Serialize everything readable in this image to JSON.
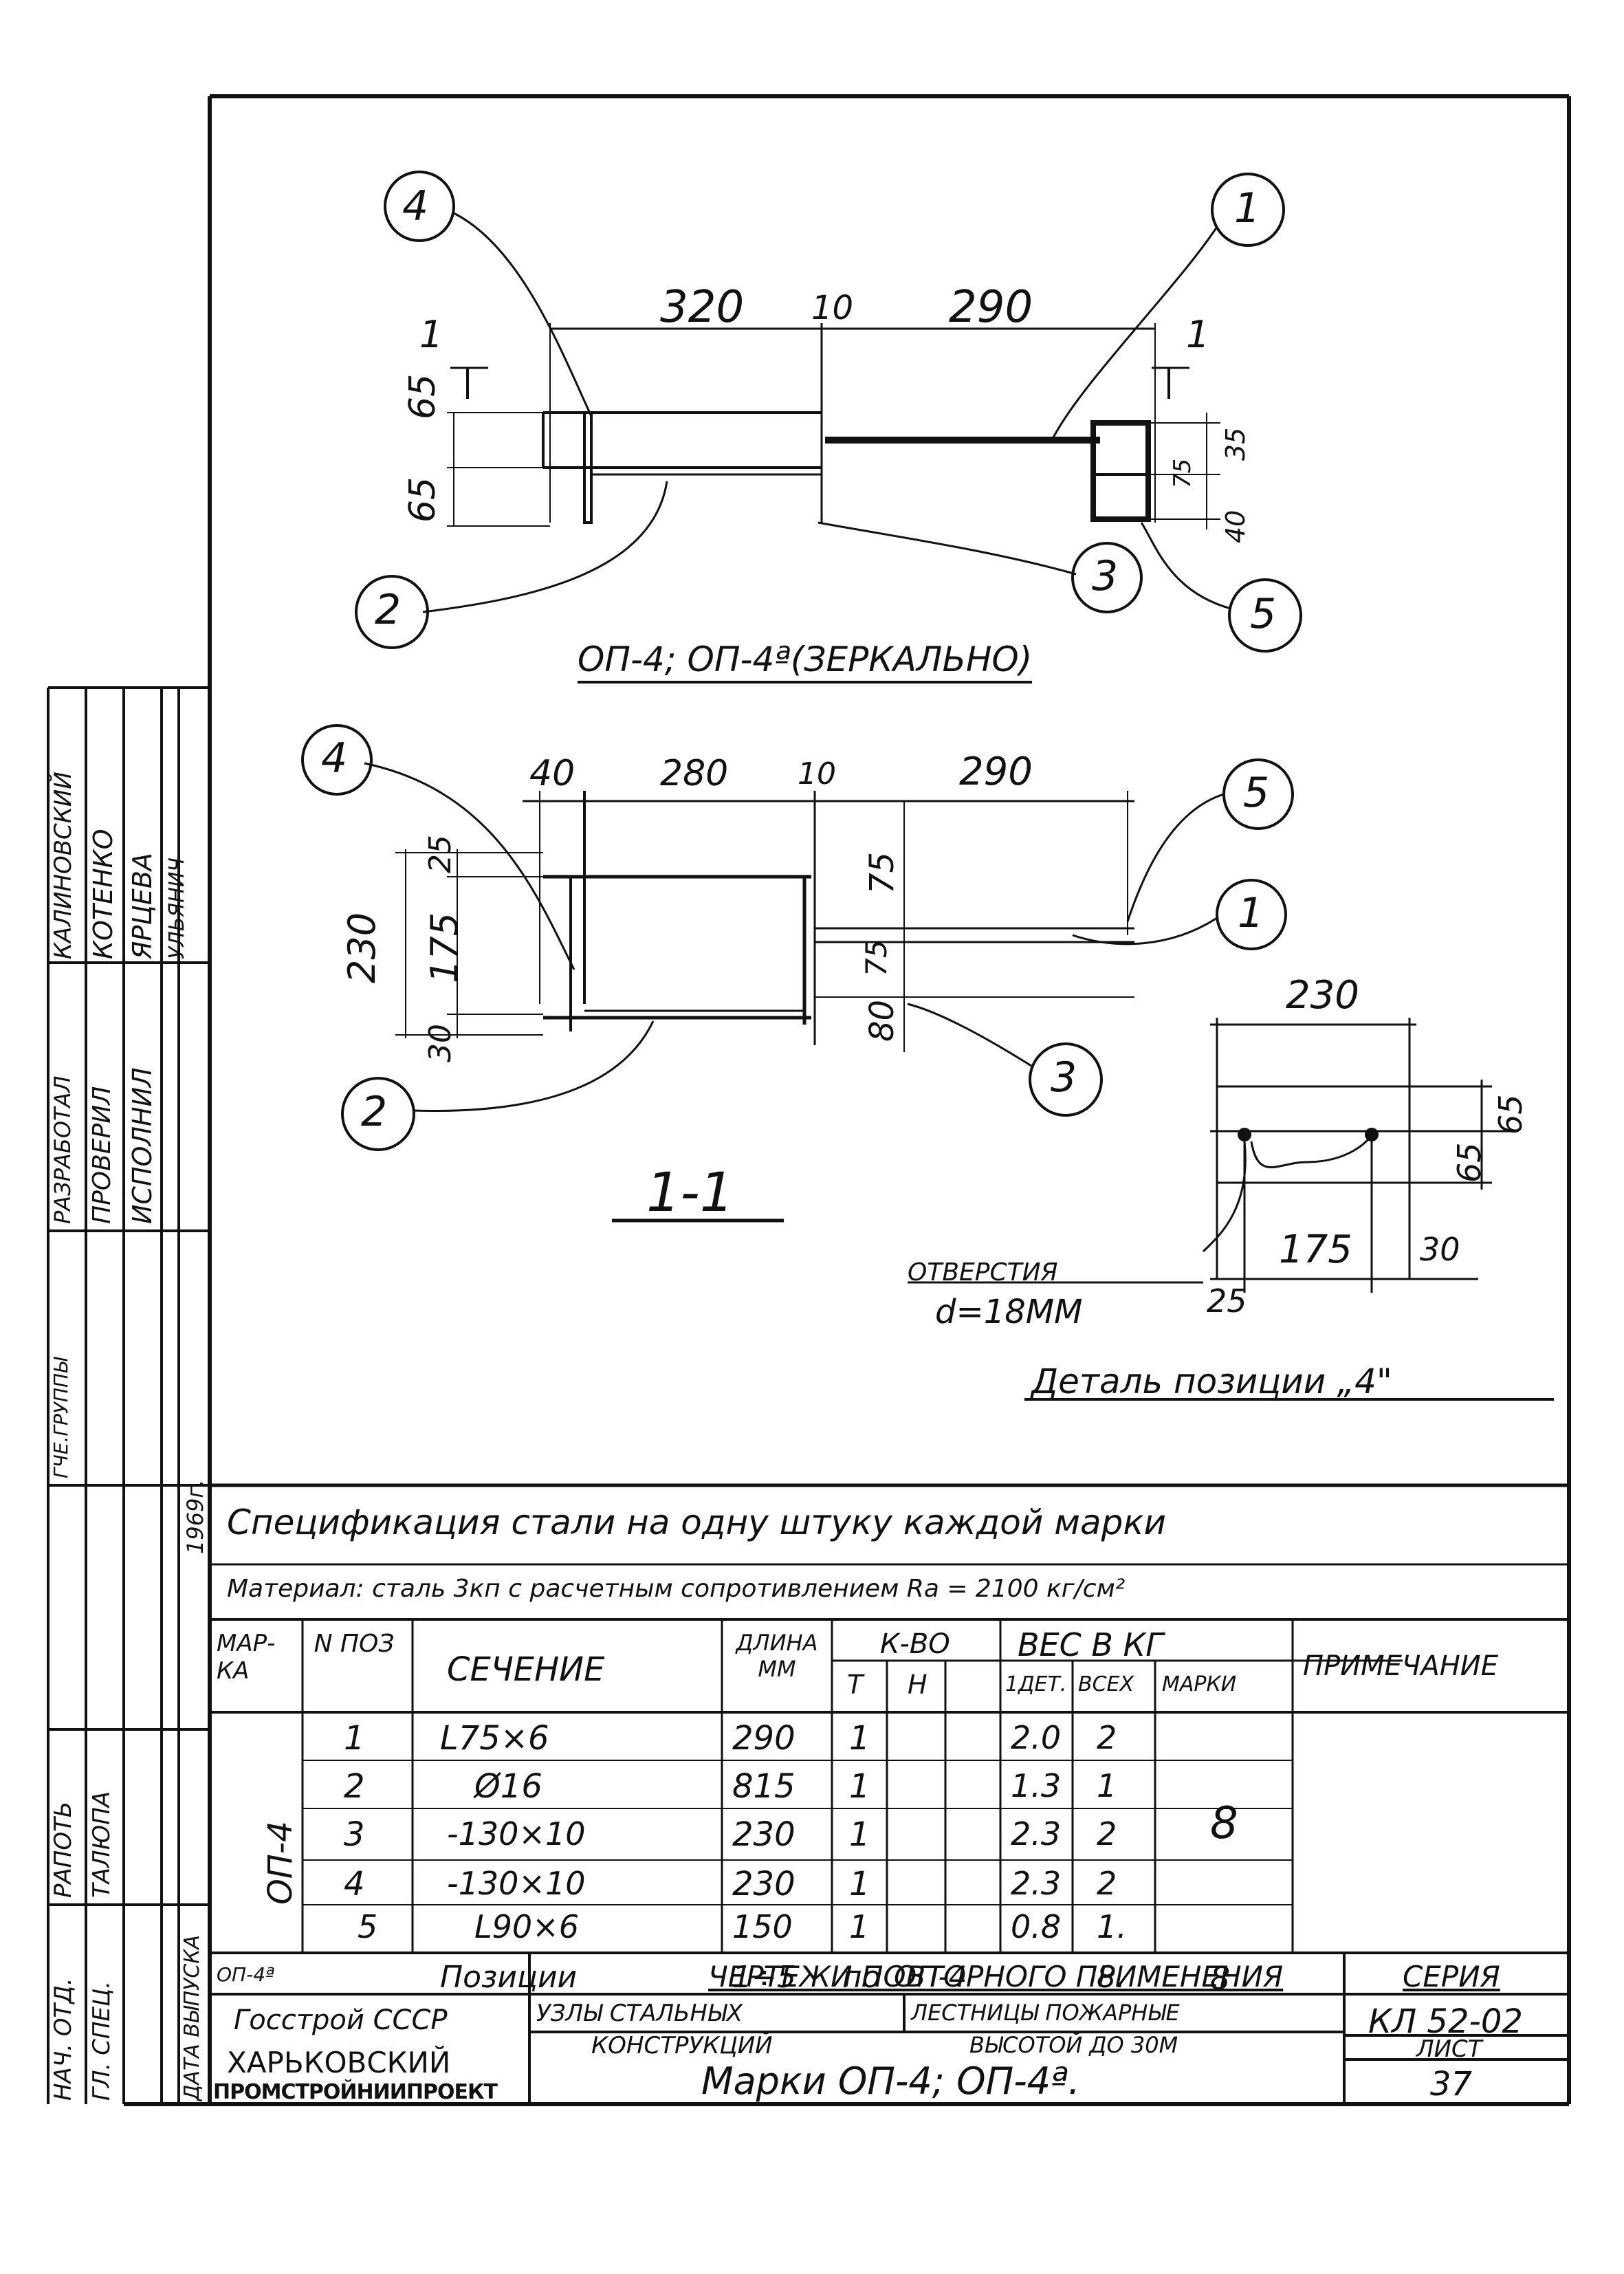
{
  "drawing1": {
    "dims_top": [
      "320",
      "10",
      "290"
    ],
    "dims_left": [
      "65",
      "65"
    ],
    "dims_right": [
      "35",
      "75",
      "40"
    ],
    "callouts": [
      "4",
      "1",
      "2",
      "3",
      "5"
    ],
    "section_marks": [
      "1",
      "1"
    ],
    "caption": "ОП-4; ОП-4ª(ЗЕРКАЛЬНО)"
  },
  "drawing2": {
    "dims_top": [
      "40",
      "280",
      "10",
      "290"
    ],
    "dims_left": [
      "230",
      "25",
      "175",
      "30"
    ],
    "dims_mid": [
      "75",
      "75",
      "80"
    ],
    "callouts": [
      "4",
      "5",
      "1",
      "2",
      "3"
    ],
    "caption": "1-1"
  },
  "detail": {
    "dim_top": "230",
    "dims_right": [
      "65",
      "65"
    ],
    "dims_bottom": [
      "175",
      "30",
      "25"
    ],
    "hole_note_1": "ОТВЕРСТИЯ",
    "hole_note_2": "d=18ММ",
    "caption": "Деталь позиции „4\""
  },
  "left_stamp": {
    "roles": [
      "ГЧЕ.ГРУППЫ",
      "РАЗРАБОТАЛ",
      "ПРОВЕРИЛ",
      "ИСПОЛНИЛ"
    ],
    "names": [
      "КАЛИНОВСКИЙ",
      "КОТЕНКО",
      "ЯРЦЕВА",
      "УЛЬЯНИЧ"
    ],
    "lower_roles": [
      "НАЧ. ОТД.",
      "ГЛ. СПЕЦ.",
      "ДАТА ВЫПУСКА"
    ],
    "lower_names": [
      "РАПОТЬ",
      "ТАЛЮПА"
    ],
    "year": "1969г."
  },
  "spec": {
    "title": "Спецификация стали на одну штуку каждой марки",
    "material": "Материал: сталь 3кп с расчетным сопротивлением Ra = 2100 кг/см²",
    "headers": {
      "mark": "МАР-КА",
      "pos": "N ПОЗ",
      "section": "СЕЧЕНИЕ",
      "length": "ДЛИНА ММ",
      "qty": "К-ВО",
      "qty_t": "Т",
      "qty_n": "Н",
      "weight": "ВЕС В КГ",
      "w_det": "1ДЕТ.",
      "w_all": "ВСЕХ",
      "w_mark": "МАРКИ",
      "note": "ПРИМЕЧАНИЕ"
    },
    "mark_op4": "ОП-4",
    "rows": [
      {
        "pos": "1",
        "section": "L75×6",
        "length": "290",
        "t": "1",
        "n": "",
        "det": "2.0",
        "all": "2"
      },
      {
        "pos": "2",
        "section": "Ø16",
        "length": "815",
        "t": "1",
        "n": "",
        "det": "1.3",
        "all": "1"
      },
      {
        "pos": "3",
        "section": "-130×10",
        "length": "230",
        "t": "1",
        "n": "",
        "det": "2.3",
        "all": "2"
      },
      {
        "pos": "4",
        "section": "-130×10",
        "length": "230",
        "t": "1",
        "n": "",
        "det": "2.3",
        "all": "2"
      },
      {
        "pos": "5",
        "section": "L90×6",
        "length": "150",
        "t": "1",
        "n": "",
        "det": "0.8",
        "all": "1."
      }
    ],
    "mark_total": "8",
    "last_row": {
      "mark": "ОП-4ª",
      "section": "Позиции",
      "length": "1÷5",
      "t": "по",
      "n": "ОП-4",
      "all": "8.",
      "mark_w": "8"
    }
  },
  "title_block": {
    "org1": "Госстрой СССР",
    "org2": "ХАРЬКОВСКИЙ",
    "org3": "ПРОМСТРОЙНИИПРОЕКТ",
    "header": "ЧЕРТЕЖИ ПОВТОРНОГО ПРИМЕНЕНИЯ",
    "sub1a": "УЗЛЫ СТАЛЬНЫХ",
    "sub1b": "КОНСТРУКЦИЙ",
    "sub2a": "ЛЕСТНИЦЫ ПОЖАРНЫЕ",
    "sub2b": "ВЫСОТОЙ ДО 30М",
    "sheet_title": "Марки ОП-4; ОП-4ª.",
    "series_label": "СЕРИЯ",
    "series": "КЛ 52-02",
    "sheet_label": "ЛИСТ",
    "sheet": "37"
  }
}
